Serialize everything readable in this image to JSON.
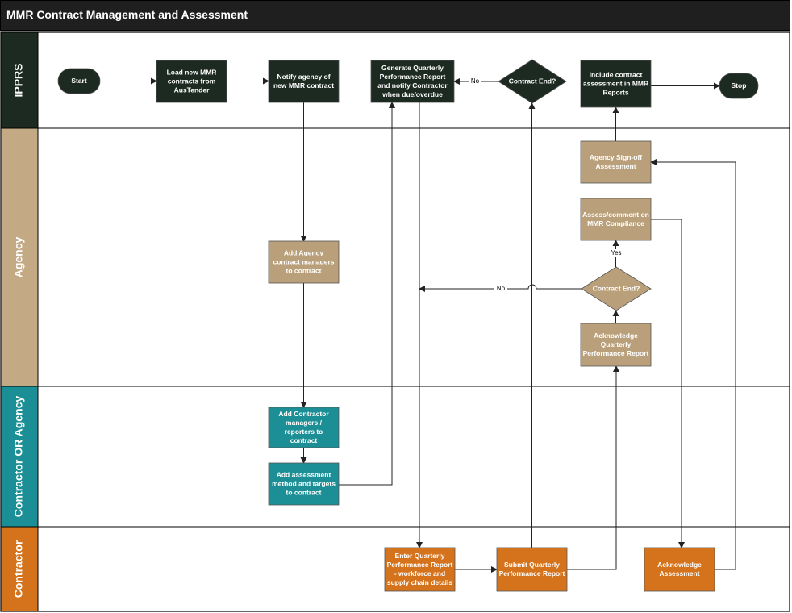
{
  "title": "MMR Contract Management and Assessment",
  "colors": {
    "ipprs": "#1c2a22",
    "agency": "#b9a07a",
    "agency_lane": "#c3aa85",
    "contractor_or_agency": "#1b8f95",
    "contractor": "#d5731c",
    "terminal": "#1c2a22"
  },
  "lanes": {
    "ipprs": "IPPRS",
    "agency": "Agency",
    "contractor_or_agency": "Contractor OR Agency",
    "contractor": "Contractor"
  },
  "nodes": {
    "start": "Start",
    "load_contracts": [
      "Load new MMR",
      "contracts from",
      "AusTender"
    ],
    "notify_agency": [
      "Notify agency of",
      "new MMR contract"
    ],
    "generate_report": [
      "Generate Quarterly",
      "Performance Report",
      "and notify Contractor",
      "when due/overdue"
    ],
    "contract_end_ipprs": "Contract End?",
    "include_assessment": [
      "Include contract",
      "assessment in MMR",
      "Reports"
    ],
    "stop": "Stop",
    "agency_signoff": [
      "Agency Sign-off",
      "Assessment"
    ],
    "assess_comment": [
      "Assess/comment on",
      "MMR Compliance"
    ],
    "add_agency_managers": [
      "Add Agency",
      "contract managers",
      "to contract"
    ],
    "contract_end_agency": "Contract End?",
    "acknowledge_report": [
      "Acknowledge",
      "Quarterly",
      "Performance Report"
    ],
    "add_contractor_managers": [
      "Add Contractor",
      "managers /",
      "reporters  to",
      "contract"
    ],
    "add_assessment_method": [
      "Add assessment",
      "method and targets",
      "to contract"
    ],
    "enter_report": [
      "Enter Quarterly",
      "Performance Report",
      "- workforce and",
      "supply chain details"
    ],
    "submit_report": [
      "Submit Quarterly",
      "Performance Report"
    ],
    "acknowledge_assessment": [
      "Acknowledge",
      "Assessment"
    ]
  },
  "edge_labels": {
    "no_top": "No",
    "no_agency": "No",
    "yes": "Yes"
  }
}
